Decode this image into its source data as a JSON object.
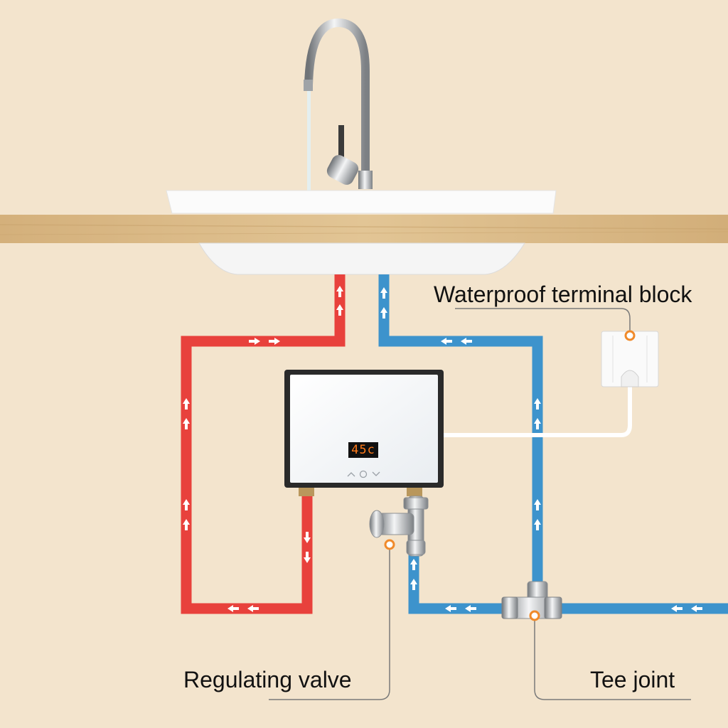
{
  "labels": {
    "terminal_block": "Waterproof terminal block",
    "regulating_valve": "Regulating valve",
    "tee_joint": "Tee joint"
  },
  "heater": {
    "display_temp": "45c"
  },
  "colors": {
    "background": "#f3e4cd",
    "hot_pipe": "#e8413c",
    "cold_pipe": "#3d93cc",
    "callout_dot": "#f08a2a",
    "countertop": "#d9b785"
  },
  "icons": {
    "heater_buttons": [
      "chevron-up-icon",
      "power-icon",
      "chevron-down-icon"
    ]
  }
}
